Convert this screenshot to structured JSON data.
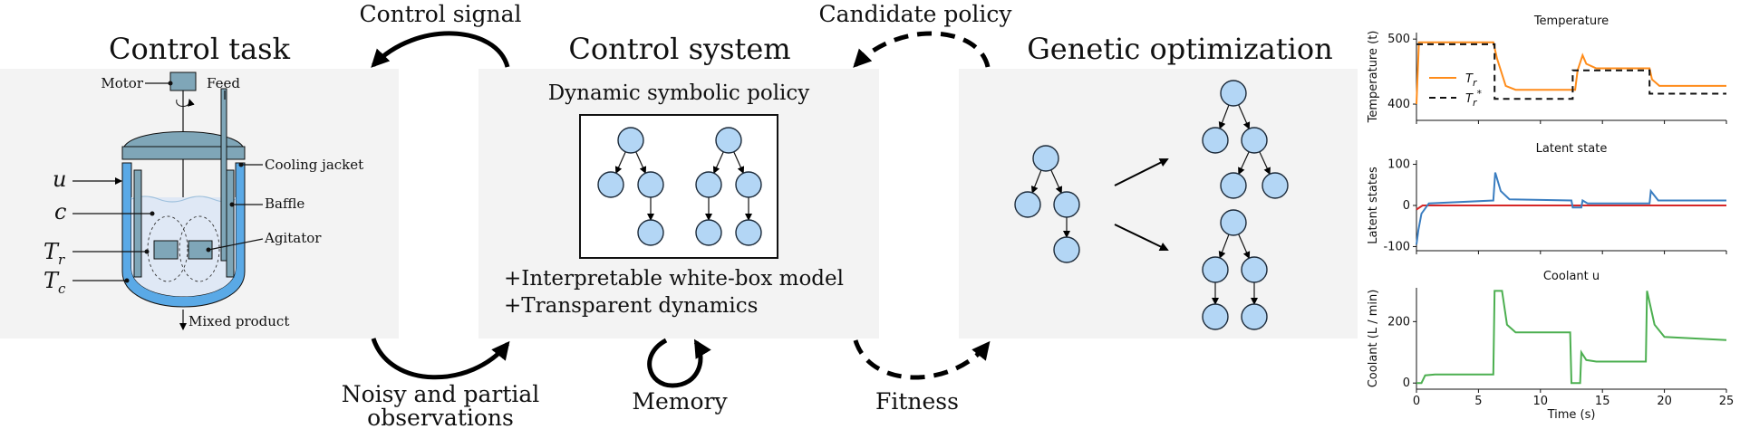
{
  "panels": {
    "control_task": {
      "title": "Control task"
    },
    "control_system": {
      "title": "Control system",
      "policy_title": "Dynamic symbolic policy",
      "bullets": [
        "+Interpretable white-box model",
        "+Transparent dynamics"
      ]
    },
    "genetic": {
      "title": "Genetic optimization"
    }
  },
  "arrows": {
    "control_signal": "Control signal",
    "candidate_policy": "Candidate policy",
    "observations_line1": "Noisy and partial",
    "observations_line2": "observations",
    "memory": "Memory",
    "fitness": "Fitness"
  },
  "reactor": {
    "motor": "Motor",
    "feed": "Feed",
    "cooling_jacket": "Cooling jacket",
    "baffle": "Baffle",
    "agitator": "Agitator",
    "mixed_product": "Mixed product",
    "vars": {
      "u": "u",
      "c": "c",
      "Tr": "T",
      "Tr_sub": "r",
      "Tc": "T",
      "Tc_sub": "c"
    }
  },
  "colors": {
    "panel_bg": "#f3f3f3",
    "node_fill": "#b3d6f5",
    "jacket_blue": "#5aa9e6",
    "temp_orange": "#ff8c1a",
    "latent_blue": "#3a7dc0",
    "latent_red": "#d62728",
    "coolant_green": "#4caf50"
  },
  "chart_data": [
    {
      "type": "line",
      "title": "Temperature",
      "ylabel": "Temperature (t)",
      "xlim": [
        0,
        25
      ],
      "ylim": [
        375,
        510
      ],
      "yticks": [
        400,
        500
      ],
      "legend": "right",
      "series": [
        {
          "name": "T_r",
          "color": "#ff8c1a",
          "style": "solid",
          "x": [
            0,
            0.2,
            0.5,
            6.2,
            6.5,
            7.2,
            8,
            12.8,
            13,
            13.4,
            13.7,
            14.5,
            18.8,
            19.0,
            19.6,
            21,
            25
          ],
          "y": [
            400,
            495,
            495,
            495,
            470,
            428,
            422,
            422,
            452,
            475,
            462,
            455,
            455,
            438,
            428,
            428,
            428
          ]
        },
        {
          "name": "T_r^*",
          "color": "#111111",
          "style": "dashed",
          "x": [
            0,
            6.3,
            6.3,
            12.6,
            12.6,
            18.8,
            18.8,
            25
          ],
          "y": [
            492,
            492,
            408,
            408,
            452,
            452,
            416,
            416
          ]
        }
      ]
    },
    {
      "type": "line",
      "title": "Latent state",
      "ylabel": "Latent states",
      "xlim": [
        0,
        25
      ],
      "ylim": [
        -110,
        110
      ],
      "yticks": [
        -100,
        0,
        100
      ],
      "series": [
        {
          "name": "",
          "color": "#d62728",
          "style": "solid",
          "x": [
            0,
            0.5,
            25
          ],
          "y": [
            -10,
            0,
            0
          ]
        },
        {
          "name": "",
          "color": "#3a7dc0",
          "style": "solid",
          "x": [
            0,
            0.15,
            0.4,
            1,
            6.2,
            6.35,
            6.8,
            7.5,
            12.5,
            12.6,
            13.3,
            13.4,
            13.8,
            14.5,
            18.8,
            18.9,
            19.5,
            25
          ],
          "y": [
            -95,
            -60,
            -20,
            5,
            12,
            80,
            35,
            15,
            12,
            -5,
            -5,
            12,
            5,
            5,
            5,
            35,
            12,
            12
          ]
        }
      ]
    },
    {
      "type": "line",
      "title": "Coolant u",
      "ylabel": "Coolant (L / min)",
      "xlabel": "Time (s)",
      "xlim": [
        0,
        25
      ],
      "ylim": [
        -20,
        310
      ],
      "yticks": [
        0,
        200
      ],
      "xticks": [
        0,
        5,
        10,
        15,
        20,
        25
      ],
      "series": [
        {
          "name": "",
          "color": "#4caf50",
          "style": "solid",
          "x": [
            0,
            0.4,
            0.7,
            1.5,
            6.2,
            6.3,
            6.9,
            7.3,
            8,
            10,
            12.4,
            12.5,
            13.2,
            13.3,
            13.7,
            14.5,
            18.5,
            18.6,
            19.2,
            20,
            25
          ],
          "y": [
            0,
            0,
            25,
            28,
            28,
            300,
            300,
            190,
            165,
            165,
            165,
            0,
            0,
            100,
            75,
            70,
            70,
            300,
            190,
            150,
            140
          ]
        }
      ]
    }
  ]
}
